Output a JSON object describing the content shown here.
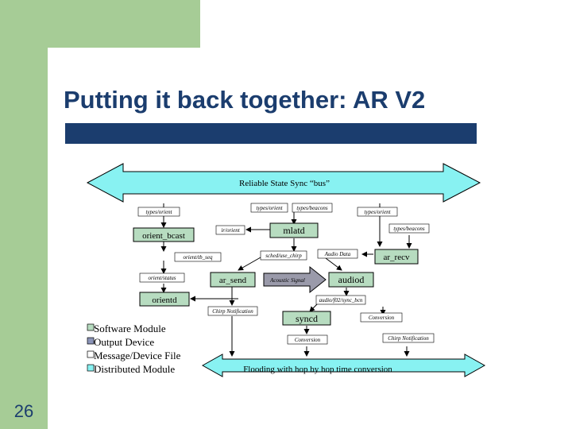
{
  "page": {
    "title": "Putting it back together: AR V2",
    "page_number": "26"
  },
  "colors": {
    "module_fill": "#b7dcc0",
    "bus_fill": "#88f2f2",
    "output_fill": "#8b94b8",
    "arrow_fill": "#9a9aaa",
    "title_color": "#1b3d6e",
    "accent_green": "#a6cc96"
  },
  "buses": {
    "top": "Reliable State Sync “bus”",
    "bottom": "Flooding with hop by hop time conversion"
  },
  "modules": {
    "orient_bcast": "orient_bcast",
    "mlatd": "mlatd",
    "ar_recv": "ar_recv",
    "ar_send": "ar_send",
    "audiod": "audiod",
    "orientd": "orientd",
    "syncd": "syncd"
  },
  "labels": {
    "types_orient_1": "types/orient",
    "types_orient_2": "types/orient",
    "types_orient_3": "types/orient",
    "types_beacons_1": "types/beacons",
    "types_beacons_2": "types/beacons",
    "orient_cache": "ir/orient",
    "orient_tb_seq": "orient/tb_seq",
    "schedule_chirp": "sched/use_chirp",
    "audio_data": "Audio Data",
    "orient_status": "orient/status",
    "acoustic_signal": "Acoustic Signal",
    "audio_sync": "audio/f02/sync_bcn",
    "chirp_notif_1": "Chirp Notification",
    "chirp_notif_2": "Chirp Notification",
    "conversion_1": "Conversion",
    "conversion_2": "Conversion"
  },
  "legend": [
    {
      "label": "Software Module",
      "icon": "software-module-icon"
    },
    {
      "label": "Output Device",
      "icon": "output-device-icon"
    },
    {
      "label": "Message/Device File",
      "icon": "message-file-icon"
    },
    {
      "label": "Distributed Module",
      "icon": "distributed-module-icon"
    }
  ]
}
